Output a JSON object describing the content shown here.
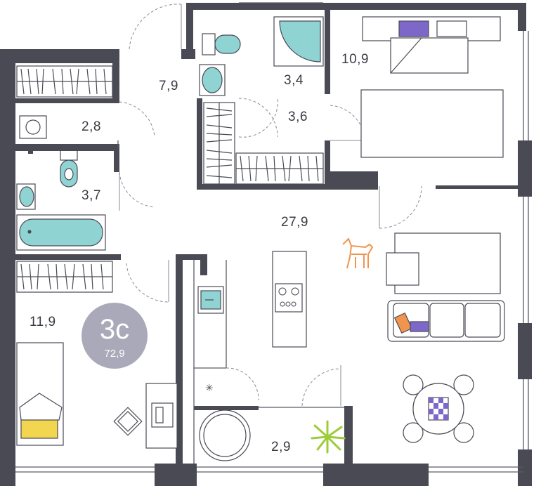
{
  "apartment": {
    "type": "3с",
    "total_area": "72,9"
  },
  "rooms": {
    "corridor": "7,9",
    "wardrobe_left": "2,8",
    "bathroom_left": "3,7",
    "bedroom_left": "11,9",
    "bathroom_top": "3,4",
    "wardrobe_top": "3,6",
    "bedroom_master": "10,9",
    "living_kitchen": "27,9",
    "balcony": "2,9"
  },
  "colors": {
    "wall": "#4a4a55",
    "line": "#5a5a66",
    "fixture_blue": "#8fd3d3",
    "badge": "#a9a9ba",
    "purple": "#7d68c9",
    "orange": "#f0944e",
    "yellow": "#f3d64f",
    "green": "#9ccc3a"
  },
  "icons": [
    "dog-icon",
    "plant-icon",
    "bed-icon",
    "sofa-icon",
    "dining-table-icon",
    "bathtub-icon",
    "toilet-icon",
    "sink-icon",
    "shower-icon",
    "stove-icon",
    "washing-machine-icon",
    "desk-icon",
    "chair-icon"
  ]
}
